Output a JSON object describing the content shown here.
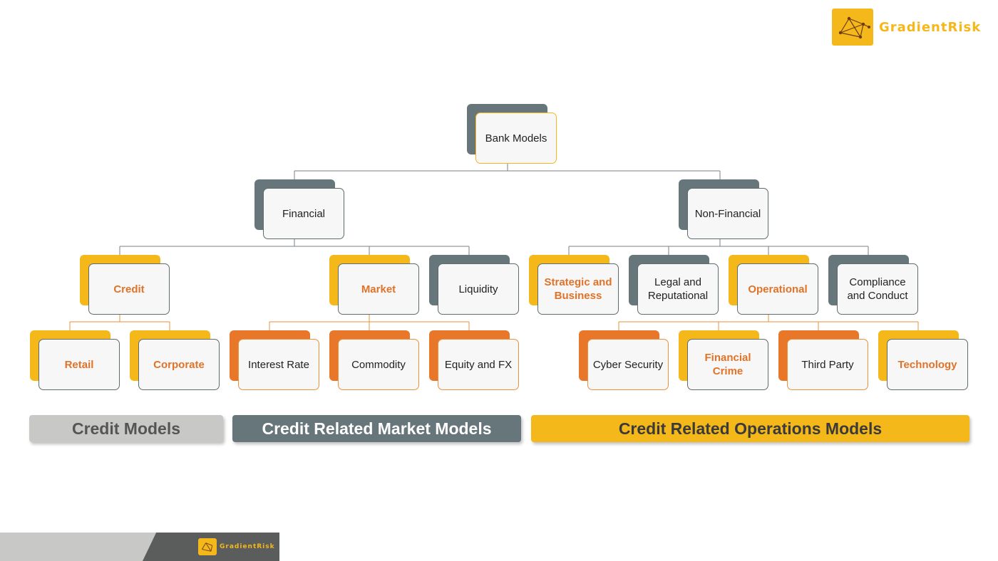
{
  "brand": {
    "name": "GradientRisk",
    "accent": "#f5b81a"
  },
  "colors": {
    "yellow": "#f5b81a",
    "orange": "#e8772a",
    "slate": "#66767a",
    "light_gray": "#c8c8c6",
    "highlight_text": "#e07328"
  },
  "tree": {
    "root": "Bank Models",
    "financial": "Financial",
    "non_financial": "Non-Financial",
    "credit": "Credit",
    "market": "Market",
    "liquidity": "Liquidity",
    "strategic": "Strategic and Business",
    "legal": "Legal and Reputational",
    "operational": "Operational",
    "compliance": "Compliance and Conduct",
    "retail": "Retail",
    "corporate": "Corporate",
    "interest_rate": "Interest Rate",
    "commodity": "Commodity",
    "equity_fx": "Equity and FX",
    "cyber": "Cyber Security",
    "financial_crime": "Financial Crime",
    "third_party": "Third Party",
    "technology": "Technology"
  },
  "banners": {
    "credit_models": "Credit Models",
    "market_models": "Credit Related Market Models",
    "operations_models": "Credit Related Operations Models"
  },
  "icons": {
    "logo": "gradientrisk-logo-icon"
  }
}
